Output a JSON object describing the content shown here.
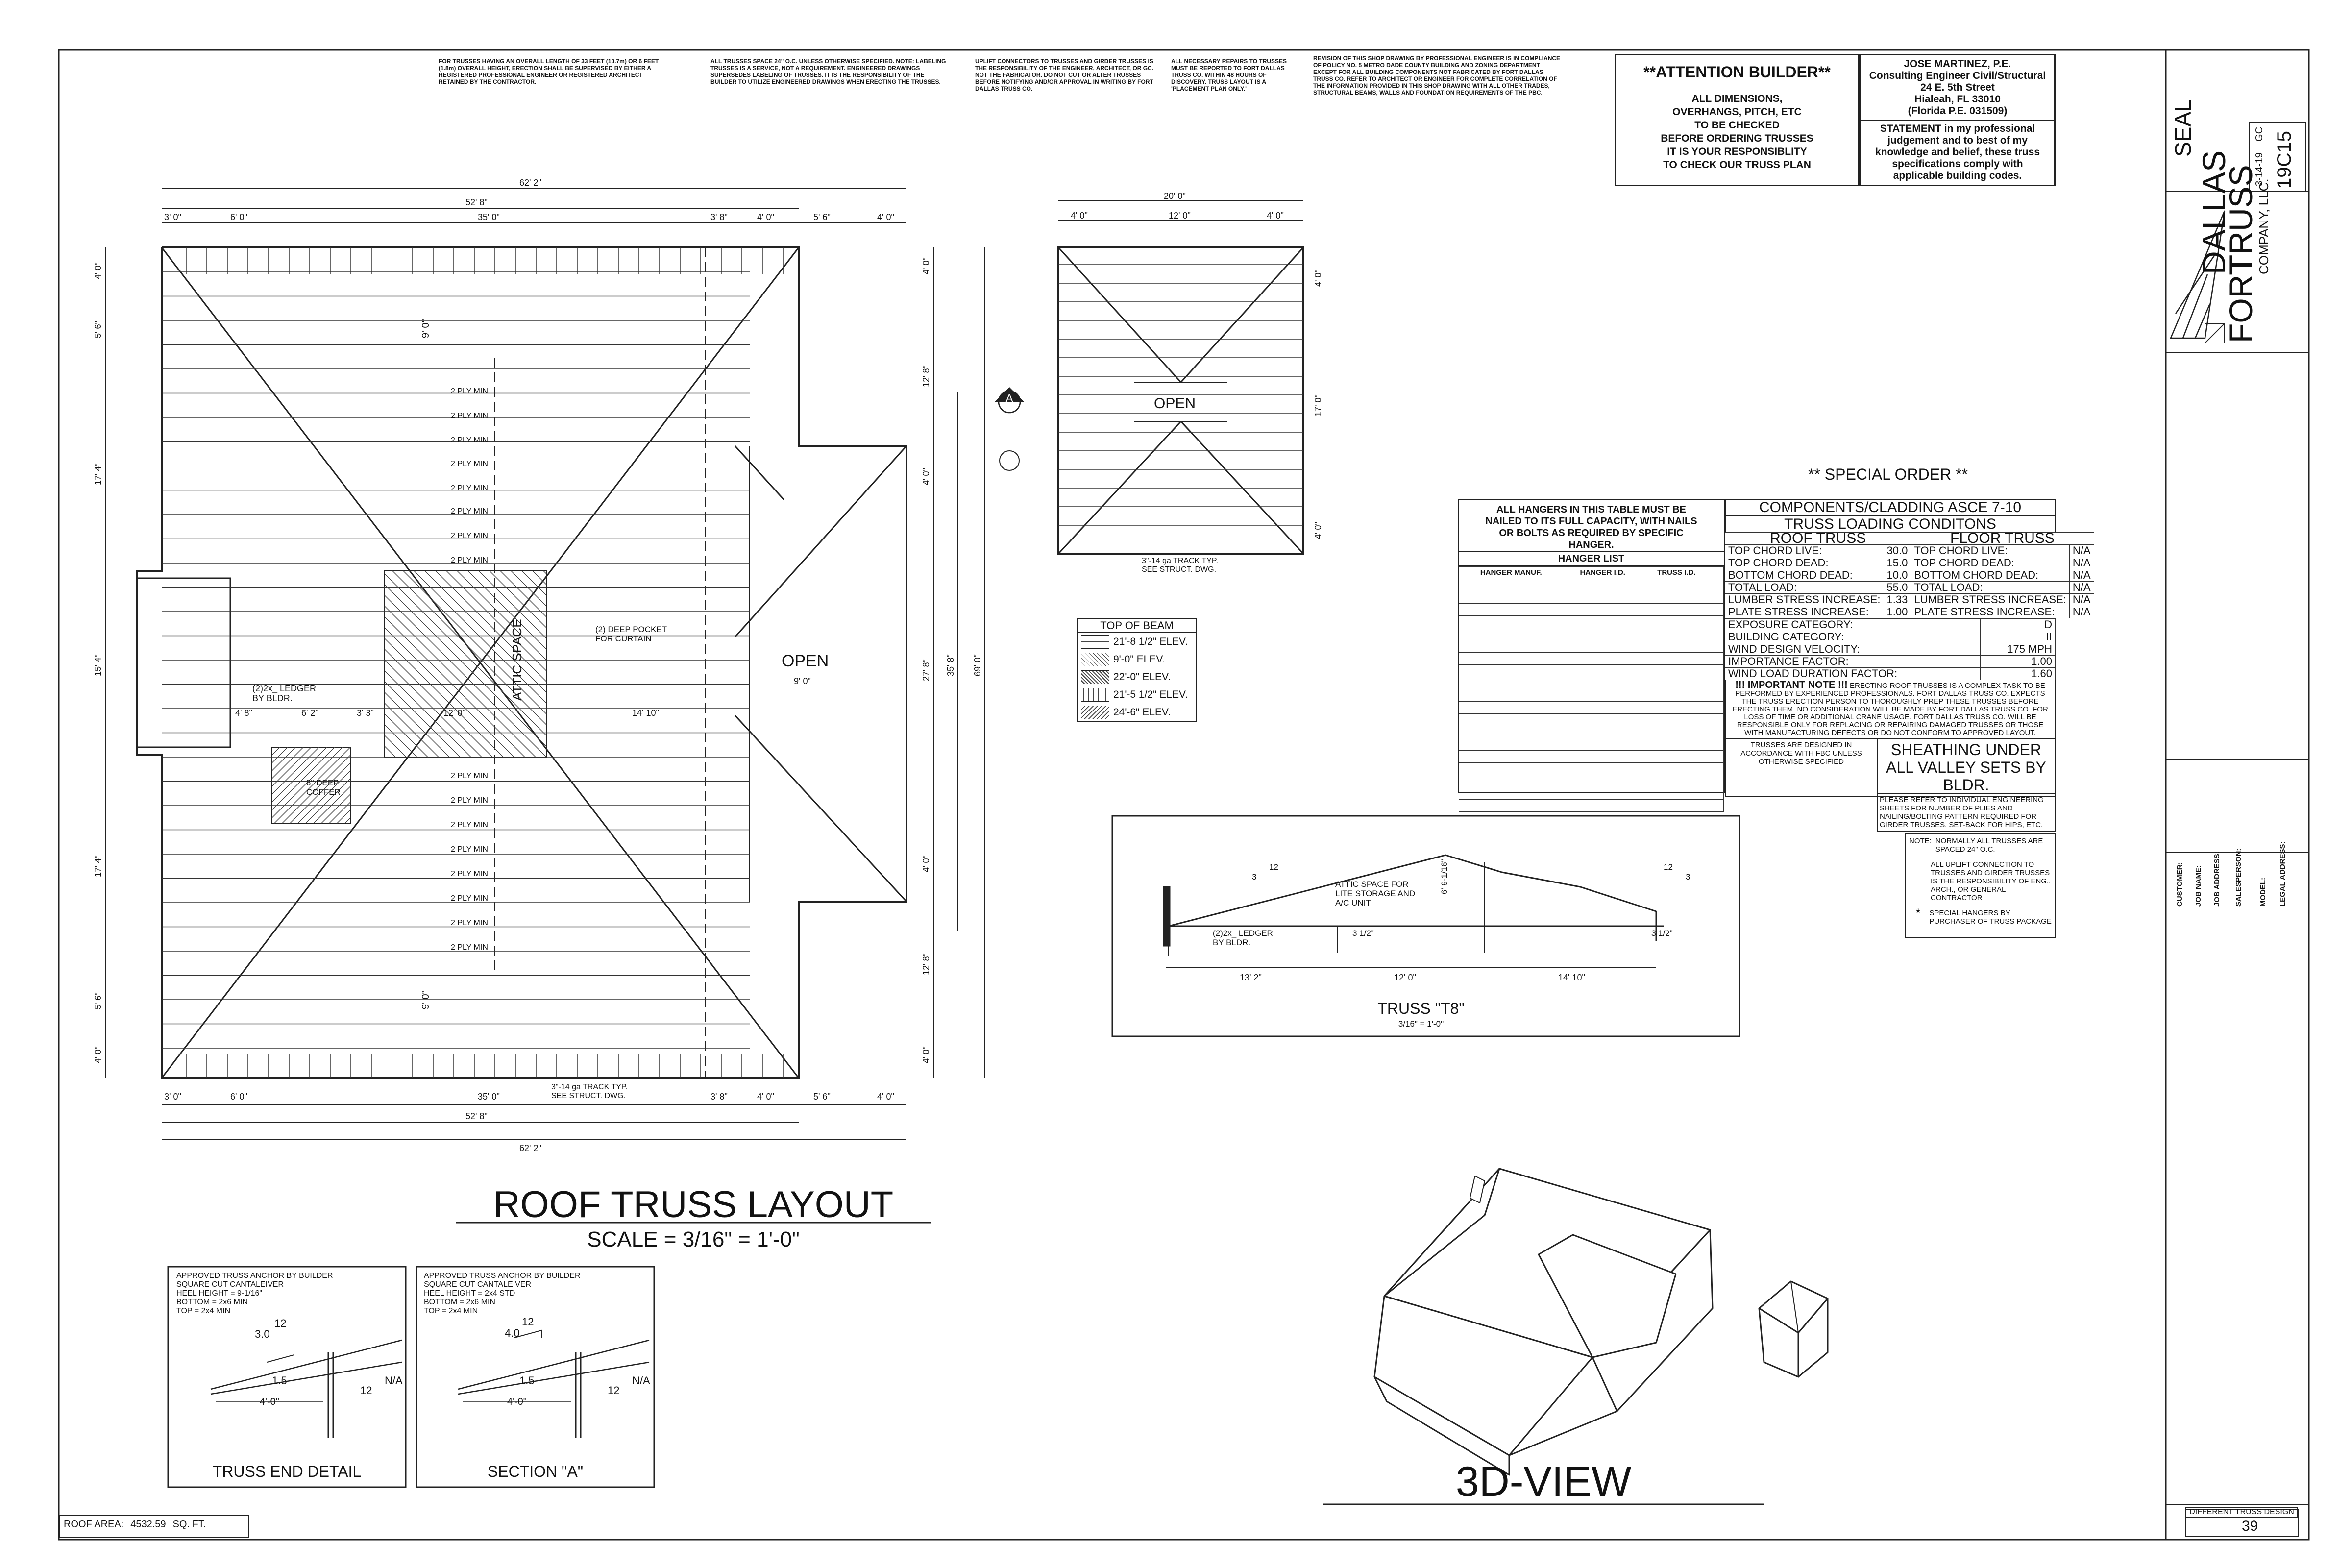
{
  "top_notes": [
    "FOR TRUSSES HAVING AN OVERALL LENGTH OF 33 FEET (10.7m) OR 6 FEET (1.8m) OVERALL HEIGHT, ERECTION SHALL BE SUPERVISED BY EITHER A REGISTERED PROFESSIONAL ENGINEER OR REGISTERED ARCHITECT RETAINED BY THE CONTRACTOR.",
    "ALL TRUSSES SPACE 24\" O.C. UNLESS OTHERWISE SPECIFIED. NOTE: LABELING TRUSSES IS A SERVICE, NOT A REQUIREMENT. ENGINEERED DRAWINGS SUPERSEDES LABELING OF TRUSSES. IT IS THE RESPONSIBILITY OF THE BUILDER TO UTILIZE ENGINEERED DRAWINGS WHEN ERECTING THE TRUSSES.",
    "UPLIFT CONNECTORS TO TRUSSES AND GIRDER TRUSSES IS THE RESPONSIBILITY OF THE ENGINEER, ARCHITECT, OR GC. NOT THE FABRICATOR. DO NOT CUT OR ALTER TRUSSES BEFORE NOTIFYING AND/OR APPROVAL IN WRITING BY FORT DALLAS TRUSS CO.",
    "ALL NECESSARY REPAIRS TO TRUSSES MUST BE REPORTED TO FORT DALLAS TRUSS CO. WITHIN 48 HOURS OF DISCOVERY. TRUSS LAYOUT IS A 'PLACEMENT PLAN ONLY.'",
    "REVISION OF THIS SHOP DRAWING BY PROFESSIONAL ENGINEER IS IN COMPLIANCE OF POLICY NO. 5 METRO DADE COUNTY BUILDING AND ZONING DEPARTMENT EXCEPT FOR ALL BUILDING COMPONENTS NOT FABRICATED BY FORT DALLAS TRUSS CO. REFER TO ARCHITECT OR ENGINEER FOR COMPLETE CORRELATION OF THE INFORMATION PROVIDED IN THIS SHOP DRAWING WITH ALL OTHER TRADES, STRUCTURAL BEAMS, WALLS AND FOUNDATION REQUIREMENTS OF THE PBC."
  ],
  "attention": {
    "title": "**ATTENTION BUILDER**",
    "lines": [
      "ALL DIMENSIONS,",
      "OVERHANGS, PITCH, ETC",
      "TO BE CHECKED",
      "BEFORE ORDERING TRUSSES",
      "IT IS YOUR RESPONSIBLITY",
      "TO CHECK OUR TRUSS PLAN"
    ]
  },
  "engineer": {
    "lines": [
      "JOSE MARTINEZ, P.E.",
      "Consulting Engineer Civil/Structural",
      "24 E. 5th Street",
      "Hialeah, FL 33010",
      "(Florida P.E. 031509)"
    ],
    "statement": [
      "STATEMENT in my professional",
      "judgement and to best of my",
      "knowledge and belief, these truss",
      "specifications comply with",
      "applicable building codes."
    ]
  },
  "seal_label": "SEAL",
  "company": {
    "name_lines": [
      "FORT",
      "DALLAS",
      "TRUSS"
    ],
    "suffix": "COMPANY, LLC.",
    "job_no": "19C15",
    "date": "3-14-19",
    "drawn_by": "GC"
  },
  "title_block_labels": [
    "CUSTOMER:",
    "JOB NAME:",
    "JOB ADDRESS:",
    "SALESPERSON:",
    "MODEL:",
    "LEGAL ADDRESS:"
  ],
  "special_order": "** SPECIAL ORDER **",
  "hangers": {
    "header": [
      "ALL HANGERS IN THIS TABLE MUST BE",
      "NAILED TO ITS FULL CAPACITY, WITH NAILS",
      "OR BOLTS AS REQUIRED BY SPECIFIC",
      "HANGER."
    ],
    "list_title": "HANGER LIST",
    "columns": [
      "HANGER MANUF.",
      "HANGER I.D.",
      "TRUSS I.D."
    ]
  },
  "loading": {
    "title1": "COMPONENTS/CLADDING ASCE 7-10",
    "title2": "TRUSS LOADING CONDITONS",
    "roof_head": "ROOF TRUSS",
    "floor_head": "FLOOR TRUSS",
    "rows": [
      {
        "label": "TOP CHORD LIVE:",
        "roof": "30.0",
        "flabel": "TOP CHORD LIVE:",
        "floor": "N/A"
      },
      {
        "label": "TOP CHORD DEAD:",
        "roof": "15.0",
        "flabel": "TOP CHORD DEAD:",
        "floor": "N/A"
      },
      {
        "label": "BOTTOM CHORD DEAD:",
        "roof": "10.0",
        "flabel": "BOTTOM CHORD DEAD:",
        "floor": "N/A"
      },
      {
        "label": "TOTAL LOAD:",
        "roof": "55.0",
        "flabel": "TOTAL LOAD:",
        "floor": "N/A"
      },
      {
        "label": "LUMBER STRESS INCREASE:",
        "roof": "1.33",
        "flabel": "LUMBER STRESS INCREASE:",
        "floor": "N/A"
      },
      {
        "label": "PLATE STRESS INCREASE:",
        "roof": "1.00",
        "flabel": "PLATE STRESS INCREASE:",
        "floor": "N/A"
      }
    ],
    "extra": [
      {
        "label": "EXPOSURE CATEGORY:",
        "value": "D"
      },
      {
        "label": "BUILDING CATEGORY:",
        "value": "II"
      },
      {
        "label": "WIND DESIGN VELOCITY:",
        "value": "175 MPH"
      },
      {
        "label": "IMPORTANCE FACTOR:",
        "value": "1.00"
      },
      {
        "label": "WIND LOAD DURATION FACTOR:",
        "value": "1.60"
      }
    ],
    "important_title": "!!! IMPORTANT NOTE !!!",
    "important_text": "ERECTING ROOF TRUSSES IS A COMPLEX TASK TO BE PERFORMED BY EXPERIENCED PROFESSIONALS. FORT DALLAS TRUSS CO. EXPECTS THE TRUSS ERECTION PERSON TO THOROUGHLY PREP THESE TRUSSES BEFORE ERECTING THEM. NO CONSIDERATION WILL BE MADE BY FORT DALLAS TRUSS CO. FOR LOSS OF TIME OR ADDITIONAL CRANE USAGE. FORT DALLAS TRUSS CO. WILL BE RESPONSIBLE ONLY FOR REPLACING OR REPAIRING DAMAGED TRUSSES OR THOSE WITH MANUFACTURING DEFECTS OR DO NOT CONFORM TO APPROVED LAYOUT.",
    "fbc": "TRUSSES ARE DESIGNED IN ACCORDANCE WITH FBC UNLESS OTHERWISE SPECIFIED",
    "sheathing": "SHEATHING UNDER ALL VALLEY SETS BY BLDR.",
    "refer": "PLEASE REFER TO INDIVIDUAL ENGINEERING SHEETS FOR NUMBER OF PLIES AND NAILING/BOLTING PATTERN REQUIRED FOR GIRDER TRUSSES. SET-BACK FOR HIPS, ETC.",
    "note_label": "NOTE:",
    "notes": [
      "NORMALLY ALL TRUSSES ARE SPACED 24\" O.C.",
      "ALL UPLIFT CONNECTION TO TRUSSES AND GIRDER TRUSSES IS THE RESPONSIBILITY OF ENG., ARCH., OR GENERAL CONTRACTOR",
      "SPECIAL HANGERS BY PURCHASER OF TRUSS PACKAGE"
    ]
  },
  "beam_legend": {
    "title": "TOP OF BEAM",
    "items": [
      "21'-8 1/2\" ELEV.",
      "9'-0\" ELEV.",
      "22'-0\" ELEV.",
      "21'-5 1/2\" ELEV.",
      "24'-6\" ELEV."
    ]
  },
  "plan": {
    "title": "ROOF TRUSS LAYOUT",
    "scale": "SCALE = 3/16\" = 1'-0\"",
    "dims_top_outer": "62' 2\"",
    "dims_top_mid": "52' 8\"",
    "dims_top_segments": [
      "3' 0\"",
      "6' 0\"",
      "35' 0\"",
      "3' 8\"",
      "4' 0\"",
      "5' 6\"",
      "4' 0\""
    ],
    "dims_left": [
      "4' 0\"",
      "5' 6\"",
      "17' 4\"",
      "15' 4\"",
      "17' 4\"",
      "5' 6\"",
      "4' 0\""
    ],
    "dims_right": [
      "4' 0\"",
      "12' 8\"",
      "4' 0\"",
      "27' 8\"",
      "35' 8\"",
      "69' 0\"",
      "4' 0\"",
      "12' 8\"",
      "4' 0\""
    ],
    "ply_label": "2 PLY MIN",
    "open": "OPEN",
    "open_dim": "9' 0\"",
    "attic": "ATTIC SPACE",
    "ledger": "(2)2x_ LEDGER BY BLDR.",
    "deep_pocket": "(2) DEEP POCKET FOR CURTAIN",
    "deep_coffer": "8\" DEEP COFFER",
    "track": "3\"-14 ga TRACK TYP. SEE STRUCT. DWG.",
    "mid_dims": [
      "4' 8\"",
      "6' 2\"",
      "3' 3\"",
      "12' 0\"",
      "14' 10\""
    ],
    "dim_9": "9' 0\"",
    "section_tag": "A",
    "roof_area_label": "ROOF AREA:",
    "roof_area_value": "4532.59",
    "roof_area_unit": "SQ. FT."
  },
  "small_plan": {
    "dims_top": [
      "20' 0\"",
      "4' 0\"",
      "12' 0\"",
      "4' 0\""
    ],
    "dims_right": [
      "4' 0\"",
      "17' 0\"",
      "4' 0\""
    ],
    "open": "OPEN",
    "track": "3\"-14 ga TRACK TYP. SEE STRUCT. DWG."
  },
  "truss_t8": {
    "title": "TRUSS \"T8\"",
    "scale": "3/16\" = 1'-0\"",
    "attic": "ATTIC SPACE FOR LITE STORAGE AND A/C UNIT",
    "ledger": "(2)2x_ LEDGER BY BLDR.",
    "height": "6' 9-1/16\"",
    "dims": [
      "13' 2\"",
      "12' 0\"",
      "14' 10\""
    ],
    "offsets": [
      "3 1/2\"",
      "3 1/2\""
    ],
    "pitch": [
      "12",
      "3",
      "12",
      "3"
    ]
  },
  "end_detail": {
    "title": "TRUSS END DETAIL",
    "lines": [
      "APPROVED TRUSS ANCHOR BY BUILDER",
      "SQUARE CUT CANTALEIVER",
      "HEEL HEIGHT = 9-1/16\"",
      "BOTTOM = 2x6 MIN",
      "TOP = 2x4 MIN"
    ],
    "pitch": [
      "12",
      "3.0",
      "1.5",
      "12",
      "N/A",
      "4'-0\""
    ]
  },
  "section_a": {
    "title": "SECTION \"A\"",
    "lines": [
      "APPROVED TRUSS ANCHOR BY BUILDER",
      "SQUARE CUT CANTALEIVER",
      "HEEL HEIGHT = 2x4 STD",
      "BOTTOM = 2x6 MIN",
      "TOP = 2x4 MIN"
    ],
    "pitch": [
      "12",
      "4.0",
      "1.5",
      "12",
      "N/A",
      "4'-0\""
    ]
  },
  "view3d": {
    "title": "3D-VIEW"
  },
  "sheet": {
    "label": "DIFFERENT TRUSS DESIGN",
    "number": "39"
  }
}
